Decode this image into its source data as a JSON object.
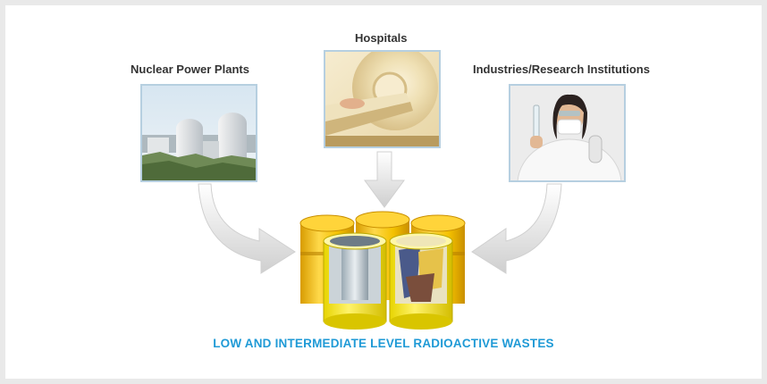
{
  "sources": {
    "nuclear": {
      "label": "Nuclear Power Plants"
    },
    "hospitals": {
      "label": "Hospitals"
    },
    "industries": {
      "label": "Industries/Research Institutions"
    }
  },
  "result": {
    "label": "LOW AND INTERMEDIATE LEVEL RADIOACTIVE WASTES"
  },
  "colors": {
    "caption": "#1f9ad6",
    "label": "#333333",
    "drum": "#f2c200",
    "arrow": "#d8d8d8",
    "photo_border": "#b6cfe0"
  }
}
